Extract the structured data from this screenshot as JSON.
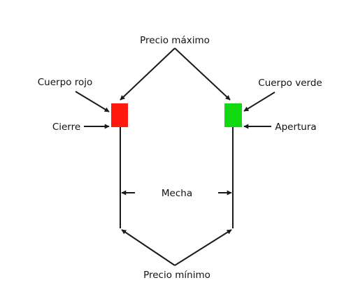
{
  "labels": {
    "high": "Precio máximo",
    "low": "Precio mínimo",
    "red_body": "Cuerpo rojo",
    "green_body": "Cuerpo verde",
    "close": "Cierre",
    "open": "Apertura",
    "wick": "Mecha"
  },
  "colors": {
    "red_body": "#ff1a0f",
    "green_body": "#12d812",
    "line": "#1a1a1a"
  }
}
